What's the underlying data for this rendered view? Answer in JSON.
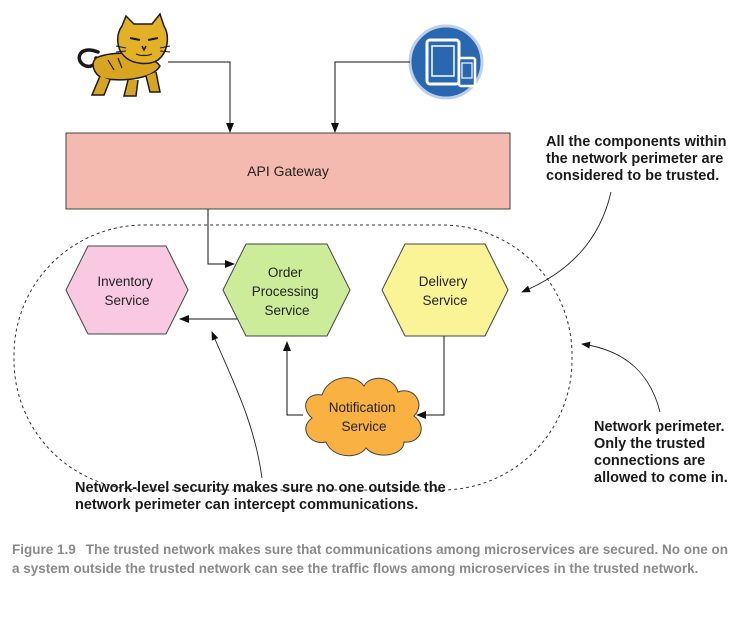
{
  "nodes": {
    "api_gateway": "API Gateway",
    "inventory_service": "Inventory\nService",
    "order_processing_service": "Order\nProcessing\nService",
    "delivery_service": "Delivery\nService",
    "notification_service": "Notification\nService"
  },
  "icons": {
    "top_left": "tomcat-mascot-icon",
    "top_right": "mobile-devices-icon"
  },
  "colors": {
    "gateway_fill": "#f4b9af",
    "inventory_fill": "#f8c9e0",
    "order_fill": "#ccec9a",
    "delivery_fill": "#fbf497",
    "notification_fill": "#f9b142",
    "devices_circle": "#2a67b1",
    "tomcat_body": "#d9a520"
  },
  "notes": {
    "trusted_components": "All the components within\nthe network perimeter are\nconsidered to be trusted.",
    "network_perimeter": "Network perimeter.\nOnly the trusted\nconnections are\nallowed to come in.",
    "network_security": "Network-level security makes sure no one outside the\nnetwork perimeter can intercept communications."
  },
  "caption": {
    "label": "Figure 1.9",
    "text": "The trusted network makes sure that communications among microservices are secured. No one on a system outside the trusted network can see the traffic flows among microservices in the trusted network."
  }
}
